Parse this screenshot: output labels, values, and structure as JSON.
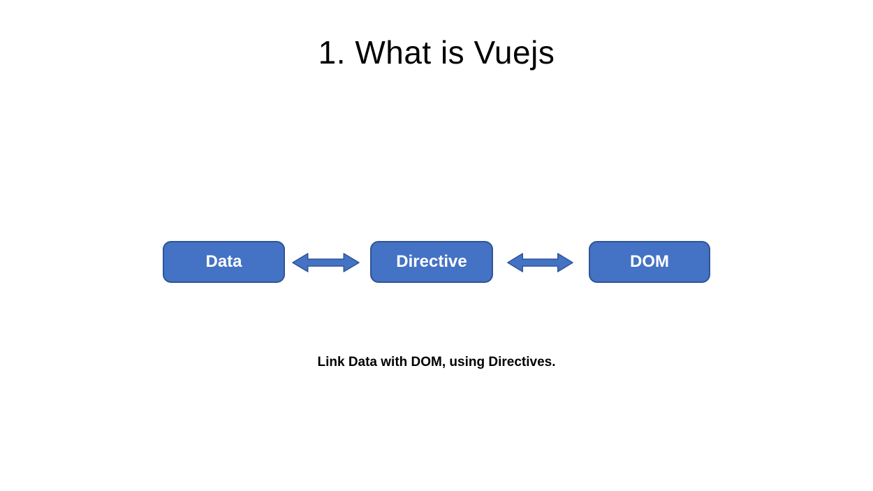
{
  "slide": {
    "title": "1. What is Vuejs",
    "caption": "Link Data with DOM, using Directives.",
    "diagram": {
      "boxes": [
        {
          "label": "Data"
        },
        {
          "label": "Directive"
        },
        {
          "label": "DOM"
        }
      ],
      "arrows": [
        {
          "name": "data-directive-double-arrow",
          "direction": "bidirectional"
        },
        {
          "name": "directive-dom-double-arrow",
          "direction": "bidirectional"
        }
      ]
    },
    "colors": {
      "background": "#FFFFFF",
      "box_fill": "#4472C4",
      "box_border": "#2F5496",
      "arrow_fill": "#4472C4",
      "arrow_border": "#2F5496",
      "box_text": "#FFFFFF",
      "text_dark": "#000000"
    }
  }
}
